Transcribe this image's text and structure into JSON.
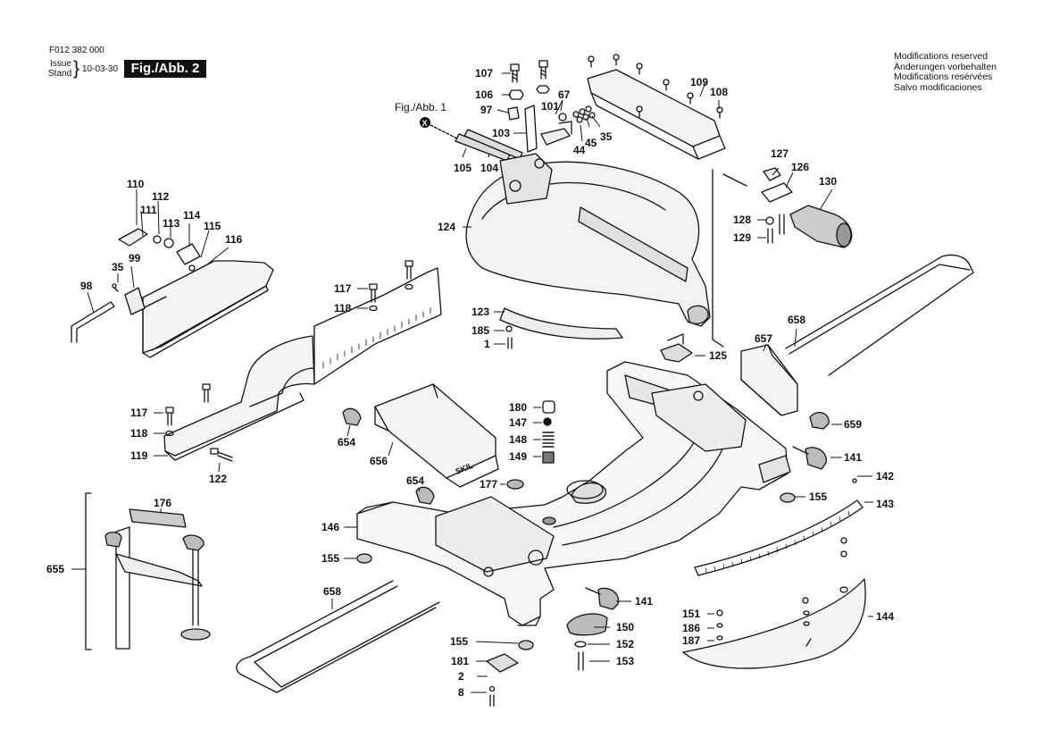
{
  "header": {
    "doc_number": "F012 382 000",
    "issue_label": "Issue",
    "stand_label": "Stand",
    "date": "10-03-30",
    "figure": "Fig./Abb. 2"
  },
  "modifications": [
    "Modifications reserved",
    "Änderungen vorbehalten",
    "Modifications resérvées",
    "Salvo modificaciones"
  ],
  "crossref": {
    "text": "Fig./Abb. 1",
    "marker": "X"
  },
  "brand_mark": "SKIL",
  "part_labels": [
    {
      "id": "l107",
      "text": "107"
    },
    {
      "id": "l106",
      "text": "106"
    },
    {
      "id": "l97",
      "text": "97"
    },
    {
      "id": "l101",
      "text": "101"
    },
    {
      "id": "l67",
      "text": "67"
    },
    {
      "id": "l103",
      "text": "103"
    },
    {
      "id": "l44",
      "text": "44"
    },
    {
      "id": "l45",
      "text": "45"
    },
    {
      "id": "l35a",
      "text": "35"
    },
    {
      "id": "l109",
      "text": "109"
    },
    {
      "id": "l108",
      "text": "108"
    },
    {
      "id": "l105",
      "text": "105"
    },
    {
      "id": "l104",
      "text": "104"
    },
    {
      "id": "l127",
      "text": "127"
    },
    {
      "id": "l126",
      "text": "126"
    },
    {
      "id": "l130",
      "text": "130"
    },
    {
      "id": "l128",
      "text": "128"
    },
    {
      "id": "l129",
      "text": "129"
    },
    {
      "id": "l124",
      "text": "124"
    },
    {
      "id": "l110",
      "text": "110"
    },
    {
      "id": "l111",
      "text": "111"
    },
    {
      "id": "l112",
      "text": "112"
    },
    {
      "id": "l113",
      "text": "113"
    },
    {
      "id": "l114",
      "text": "114"
    },
    {
      "id": "l115",
      "text": "115"
    },
    {
      "id": "l116",
      "text": "116"
    },
    {
      "id": "l35b",
      "text": "35"
    },
    {
      "id": "l99",
      "text": "99"
    },
    {
      "id": "l98",
      "text": "98"
    },
    {
      "id": "l117a",
      "text": "117"
    },
    {
      "id": "l118a",
      "text": "118"
    },
    {
      "id": "l123",
      "text": "123"
    },
    {
      "id": "l185",
      "text": "185"
    },
    {
      "id": "l1",
      "text": "1"
    },
    {
      "id": "l658a",
      "text": "658"
    },
    {
      "id": "l657",
      "text": "657"
    },
    {
      "id": "l125",
      "text": "125"
    },
    {
      "id": "l180",
      "text": "180"
    },
    {
      "id": "l147",
      "text": "147"
    },
    {
      "id": "l148",
      "text": "148"
    },
    {
      "id": "l149",
      "text": "149"
    },
    {
      "id": "l117b",
      "text": "117"
    },
    {
      "id": "l118b",
      "text": "118"
    },
    {
      "id": "l119",
      "text": "119"
    },
    {
      "id": "l654a",
      "text": "654"
    },
    {
      "id": "l656",
      "text": "656"
    },
    {
      "id": "l122",
      "text": "122"
    },
    {
      "id": "l659",
      "text": "659"
    },
    {
      "id": "l141a",
      "text": "141"
    },
    {
      "id": "l142",
      "text": "142"
    },
    {
      "id": "l177",
      "text": "177"
    },
    {
      "id": "l654b",
      "text": "654"
    },
    {
      "id": "l155a",
      "text": "155"
    },
    {
      "id": "l143",
      "text": "143"
    },
    {
      "id": "l176",
      "text": "176"
    },
    {
      "id": "l146",
      "text": "146"
    },
    {
      "id": "l155b",
      "text": "155"
    },
    {
      "id": "l655",
      "text": "655"
    },
    {
      "id": "l658b",
      "text": "658"
    },
    {
      "id": "l141b",
      "text": "141"
    },
    {
      "id": "l151",
      "text": "151"
    },
    {
      "id": "l144",
      "text": "144"
    },
    {
      "id": "l150",
      "text": "150"
    },
    {
      "id": "l186",
      "text": "186"
    },
    {
      "id": "l155c",
      "text": "155"
    },
    {
      "id": "l152",
      "text": "152"
    },
    {
      "id": "l187",
      "text": "187"
    },
    {
      "id": "l181",
      "text": "181"
    },
    {
      "id": "l153",
      "text": "153"
    },
    {
      "id": "l2",
      "text": "2"
    },
    {
      "id": "l8",
      "text": "8"
    }
  ]
}
